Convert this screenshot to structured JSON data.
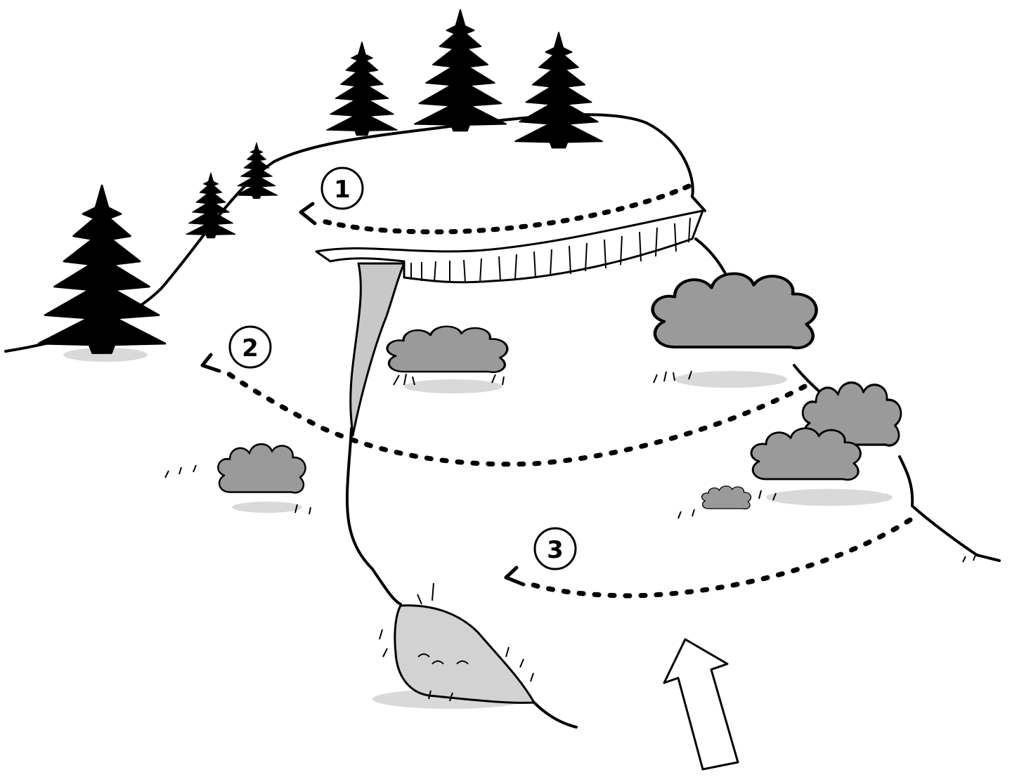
{
  "diagram": {
    "route_labels": [
      {
        "id": "route-1",
        "text": "1"
      },
      {
        "id": "route-2",
        "text": "2"
      },
      {
        "id": "route-3",
        "text": "3"
      }
    ],
    "colors": {
      "ink": "#000000",
      "bush_fill": "#9a9a9a",
      "stream_fill": "#c8c8c8",
      "pool_fill": "#d2d2d2",
      "shadow": "#d9d9d9",
      "arrow_fill": "#ffffff"
    },
    "icons": {
      "view_direction": "hollow-up-arrow",
      "route_direction": "dotted-arrow-left"
    }
  }
}
